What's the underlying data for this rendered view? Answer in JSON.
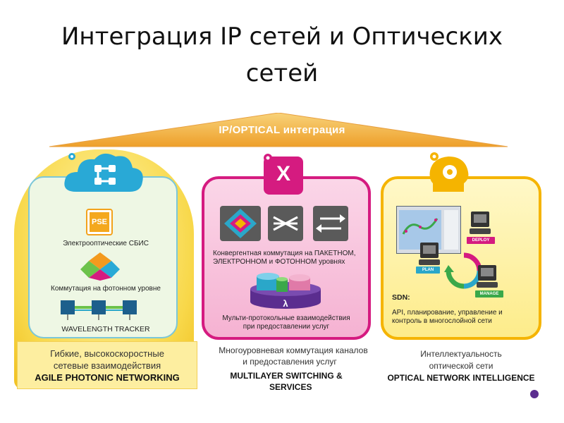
{
  "slide": {
    "title_line1": "Интеграция IP сетей и Оптических",
    "title_line2": "сетей"
  },
  "roof": {
    "label": "IP/OPTICAL интеграция"
  },
  "left": {
    "pse_label": "PSE",
    "item1": "Электрооптические СБИС",
    "item2": "Коммутация на фотонном уровне",
    "item3": "WAVELENGTH TRACKER",
    "caption_line1": "Гибкие, высокоскоростные",
    "caption_line2": "сетевые взаимодействия",
    "caption_bold": "AGILE PHOTONIC NETWORKING"
  },
  "middle": {
    "badge": "X",
    "desc_line1": "Конвергентная  коммутация на ПАКЕТНОМ,",
    "desc_line2": "ЭЛЕКТРОННОМ и ФОТОННОМ  уровнях",
    "lambda": "λ",
    "desc2_line1": "Мульти-протокольные взаимодействия",
    "desc2_line2": "при предоставлении услуг",
    "caption_line1": "Многоуровневая коммутация каналов",
    "caption_line2": "и  предоставления услуг",
    "caption_bold_line1": "MULTILAYER SWITCHING &",
    "caption_bold_line2": "SERVICES"
  },
  "right": {
    "tag_deploy": "DEPLOY",
    "tag_plan": "PLAN",
    "tag_manage": "MANAGE",
    "sdn_label": "SDN:",
    "sdn_line1": "API, планирование, управление и",
    "sdn_line2": "контроль в многослойной сети",
    "caption_line1": "Интеллектуальность",
    "caption_line2": "оптической сети",
    "caption_bold": "OPTICAL NETWORK INTELLIGENCE"
  },
  "colors": {
    "roof": "#f4c24a",
    "magenta": "#d51b80",
    "teal": "#2aa7c9",
    "yellow": "#f5b400",
    "purple": "#5b2d8f"
  }
}
